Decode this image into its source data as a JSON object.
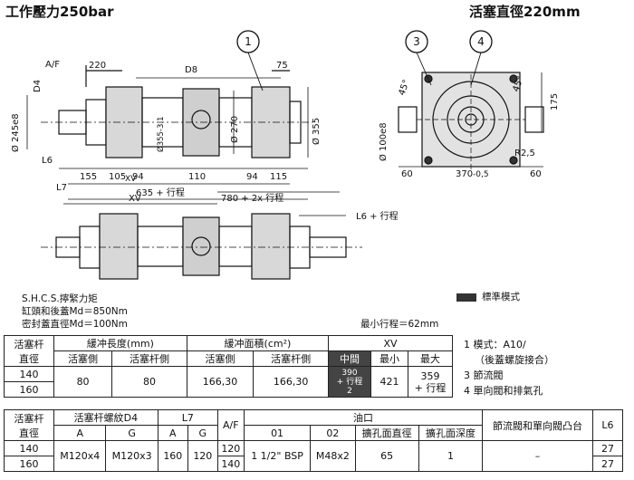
{
  "header": {
    "left_title": "工作壓力250bar",
    "right_title": "活塞直徑220mm"
  },
  "drawing": {
    "callouts": [
      "1",
      "3",
      "4"
    ],
    "top_left": {
      "af": "A/F",
      "d4": "D4",
      "dim_220": "220",
      "d8": "D8",
      "dim_75": "75",
      "dia_245": "Ø 245e8",
      "dia_355_31": "Ø355-3.1",
      "dia_270": "Ø 270",
      "dia_355": "Ø 355",
      "l6": "L6",
      "dims_bottom": [
        "155",
        "105",
        "94",
        "110",
        "94",
        "115"
      ],
      "l7": "L7",
      "xv": "XV",
      "dim_635": "635 + 行程",
      "dim_780": "780 + 2x 行程"
    },
    "top_right": {
      "angle_left": "45°",
      "angle_right": "45°",
      "dim_175": "175",
      "dia_100": "Ø 100e8",
      "r25": "R2,5",
      "dims_bottom": [
        "60",
        "370",
        "-0,5",
        "60"
      ]
    },
    "middle": {
      "xv": "XV",
      "l6_stroke": "L6 + 行程"
    }
  },
  "notes": {
    "shcs": "S.H.C.S.擰緊力矩",
    "md1": "缸頭和後蓋Md＝850Nm",
    "md2": "密封蓋直徑Md＝100Nm",
    "legend": "標準模式",
    "min_stroke": "最小行程＝62mm"
  },
  "table1": {
    "h_rod": "活塞杆",
    "h_rod2": "直徑",
    "h_cushion_len": "緩冲長度(mm)",
    "h_cushion_area": "緩冲面積(cm²)",
    "h_xv": "XV",
    "sub_piston": "活塞側",
    "sub_rod": "活塞杆側",
    "sub_piston2": "活塞側",
    "sub_rod2": "活塞杆側",
    "sub_mid": "中間",
    "sub_min": "最小",
    "sub_max": "最大",
    "rows": [
      "140",
      "160"
    ],
    "len_piston": "80",
    "len_rod": "80",
    "area_piston": "166,30",
    "area_rod": "166,30",
    "mid_top": "390",
    "mid_mid": "+ 行程",
    "mid_bot": "2",
    "xv_min": "421",
    "xv_max_top": "359",
    "xv_max_bot": "+ 行程"
  },
  "side_list": [
    "1  模式：A10/",
    "（後蓋螺旋接合）",
    "3  節流閥",
    "4  單向閥和排氣孔"
  ],
  "table2": {
    "h_rod": "活塞杆",
    "h_rod2": "直徑",
    "h_thread": "活塞杆螺紋D4",
    "h_l7": "L7",
    "h_af": "A/F",
    "h_port": "油口",
    "h_valve": "節流閥和單向閥凸台",
    "h_l6": "L6",
    "sub_a": "A",
    "sub_g": "G",
    "sub_a2": "A",
    "sub_g2": "G",
    "sub_01": "01",
    "sub_02": "02",
    "sub_bore_dia": "擴孔面直徑",
    "sub_bore_depth": "擴孔面深度",
    "rows": [
      "140",
      "160"
    ],
    "thread_a": "M120x4",
    "thread_g": "M120x3",
    "l7_a": "160",
    "l7_g": "120",
    "af": [
      "120",
      "140"
    ],
    "port_01": "1 1/2\" BSP",
    "port_02": "M48x2",
    "bore_dia": "65",
    "bore_depth": "1",
    "valve": "–",
    "l6": [
      "27",
      "27"
    ]
  }
}
